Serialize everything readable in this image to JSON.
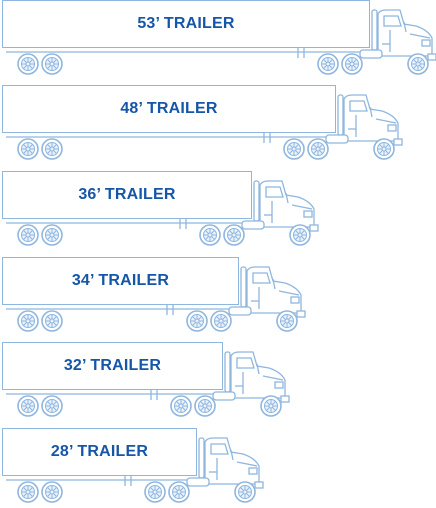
{
  "trailers": [
    {
      "label": "53’ TRAILER",
      "color": "#1656a8"
    },
    {
      "label": "48’ TRAILER",
      "color": "#1656a8"
    },
    {
      "label": "36’ TRAILER",
      "color": "#1656a8"
    },
    {
      "label": "34’ TRAILER",
      "color": "#1656a8"
    },
    {
      "label": "32’ TRAILER",
      "color": "#1656a8"
    },
    {
      "label": "28’ TRAILER",
      "color": "#1656a8"
    }
  ],
  "icons": [
    "truck-cab-icon",
    "wheel-icon"
  ],
  "colors": {
    "outline": "#8fb6df",
    "label": "#1656a8",
    "background": "#ffffff"
  }
}
